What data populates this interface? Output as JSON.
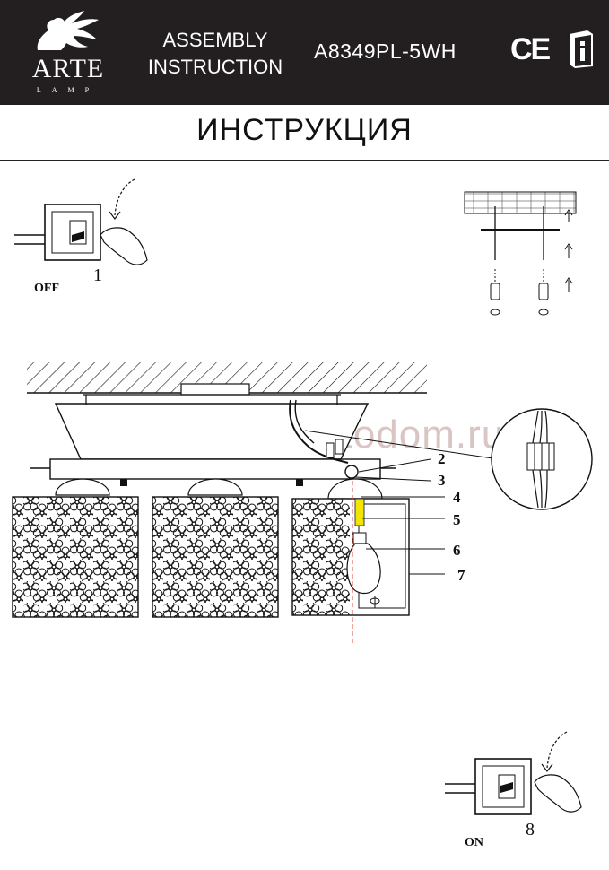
{
  "header": {
    "brand": "ARTE",
    "brand_sub": "LAMP",
    "assembly_line1": "ASSEMBLY",
    "assembly_line2": "INSTRUCTION",
    "model": "A8349PL-5WH",
    "ce_mark": "CE",
    "info_icon": "book-info-icon",
    "logo_icon": "griffin-logo-icon"
  },
  "title": "ИНСТРУКЦИЯ",
  "steps": {
    "off_label": "OFF",
    "off_number": "1",
    "on_label": "ON",
    "on_number": "8"
  },
  "callouts": [
    "2",
    "3",
    "4",
    "5",
    "6",
    "7"
  ],
  "watermark": "www.svetodom.ru",
  "colors": {
    "header_bg": "#231f20",
    "header_text": "#ffffff",
    "line": "#111111",
    "wire_highlight": "#f2e600",
    "center_line": "#e0483c",
    "watermark": "#d9c6c2"
  }
}
